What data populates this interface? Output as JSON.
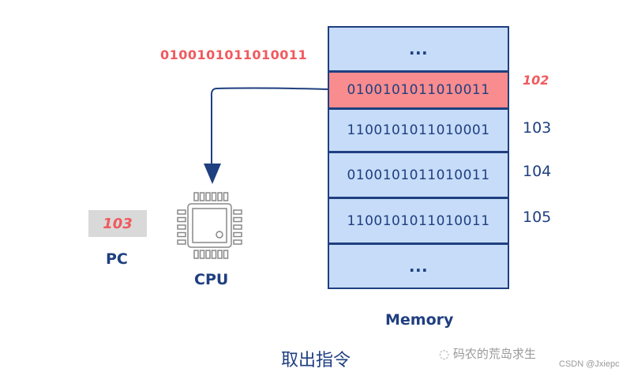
{
  "fetched_value": "0100101011010011",
  "memory": {
    "label": "Memory",
    "cells": [
      {
        "value": "...",
        "address": ""
      },
      {
        "value": "0100101011010011",
        "address": "102",
        "highlighted": true
      },
      {
        "value": "1100101011010001",
        "address": "103"
      },
      {
        "value": "0100101011010011",
        "address": "104"
      },
      {
        "value": "1100101011010011",
        "address": "105"
      },
      {
        "value": "...",
        "address": ""
      }
    ]
  },
  "pc": {
    "label": "PC",
    "value": "103"
  },
  "cpu": {
    "label": "CPU"
  },
  "caption": "取出指令",
  "watermark": "码农的荒岛求生",
  "credit": "CSDN @Jxiepc",
  "colors": {
    "navy": "#1f3f80",
    "red": "#f05a5e",
    "cell": "#c6dcf8",
    "highlight": "#f88c8e"
  }
}
